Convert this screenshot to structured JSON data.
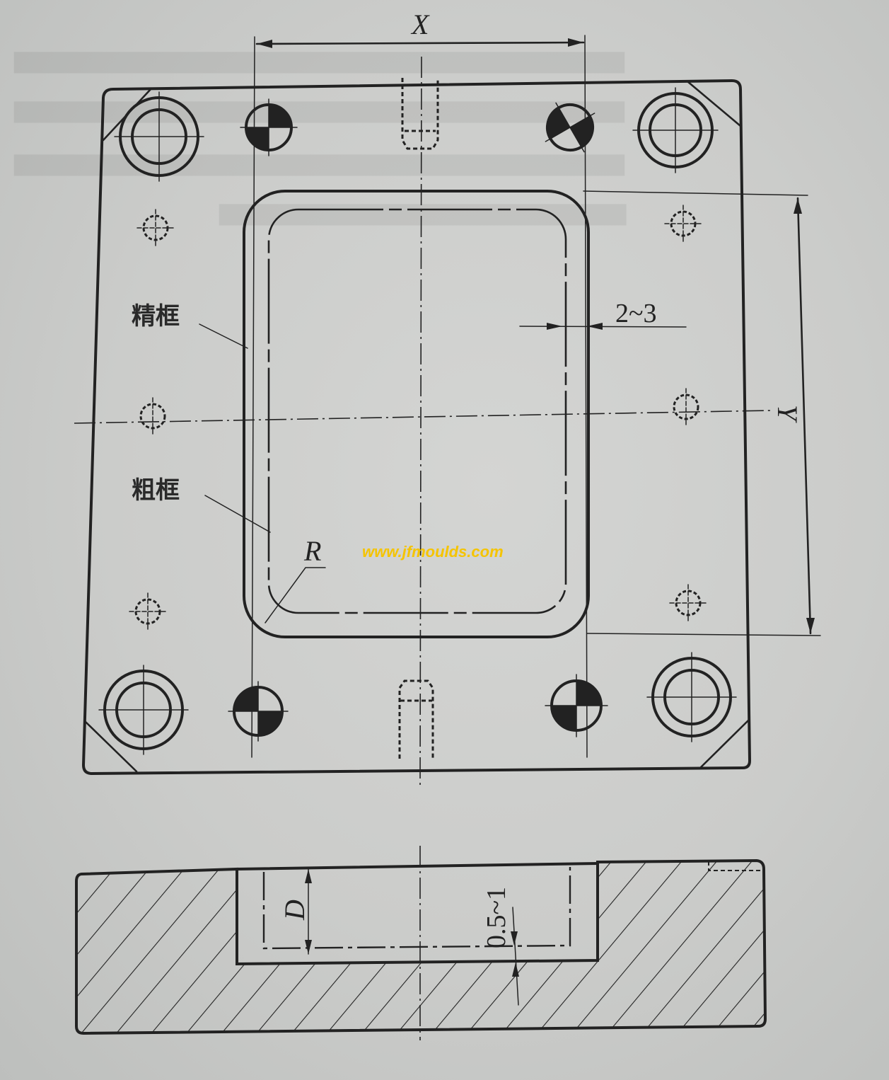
{
  "figure": {
    "type": "mould plate drawing — plan view and section view",
    "plan_view": {
      "labels": {
        "fine_frame": "精框",
        "rough_frame": "粗框",
        "radius": "R"
      },
      "dimensions": {
        "width": "X",
        "height": "Y",
        "offset": "2~3"
      },
      "features": {
        "guide_bushings": 4,
        "dowel_pins": 4,
        "screw_holes_dashed": 6,
        "threaded_holes": 2,
        "chamfered_corners": 4
      }
    },
    "section_view": {
      "dimensions": {
        "depth": "D",
        "offset": "0.5~1"
      }
    },
    "watermark": "www.jfmoulds.com"
  },
  "colors": {
    "paper": "#cbccca",
    "ink": "#222222",
    "watermark": "#f5c400"
  }
}
